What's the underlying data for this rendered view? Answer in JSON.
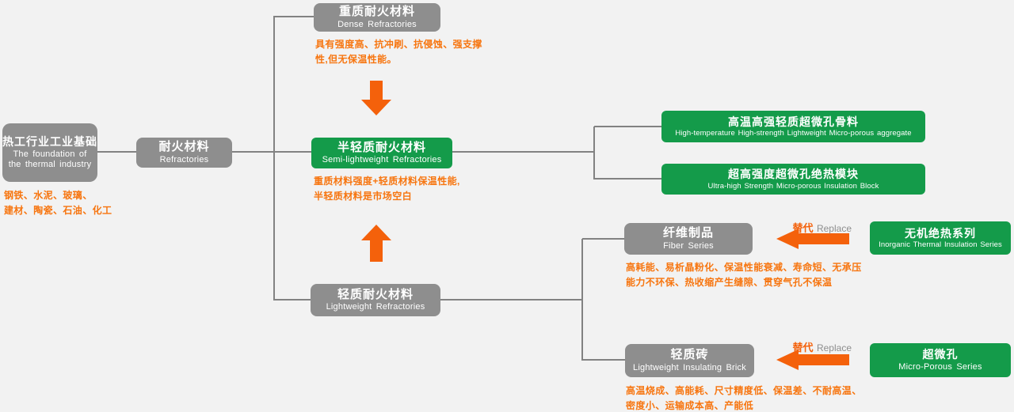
{
  "colors": {
    "background": "#f2f2f2",
    "gray_box": "#8e8e8e",
    "green_box": "#149b4a",
    "orange_arrow": "#f4610b",
    "orange_note": "#f7750f",
    "connector_line": "#828282"
  },
  "nodes": {
    "foundation": {
      "zh": "热工行业工业基础",
      "en_line1": "The foundation of",
      "en_line2": "the thermal industry",
      "note_line1": "钢铁、水泥、玻璃、",
      "note_line2": "建材、陶瓷、石油、化工"
    },
    "refractories": {
      "zh": "耐火材料",
      "en": "Refractories"
    },
    "dense": {
      "zh": "重质耐火材料",
      "en": "Dense Refractories",
      "note_line1": "具有强度高、抗冲刷、抗侵蚀、强支撑",
      "note_line2": "性,但无保温性能。"
    },
    "semi": {
      "zh": "半轻质耐火材料",
      "en": "Semi-lightweight Refractories",
      "note_line1": "重质材料强度+轻质材料保温性能,",
      "note_line2": "半轻质材料是市场空白"
    },
    "lightweight": {
      "zh": "轻质耐火材料",
      "en": "Lightweight Refractories"
    },
    "aggregate": {
      "zh": "高温高强轻质超微孔骨料",
      "en": "High-temperature High-strength Lightweight Micro-porous aggregate"
    },
    "insulation_block": {
      "zh": "超高强度超微孔绝热模块",
      "en": "Ultra-high Strength Micro-porous Insulation Block"
    },
    "fiber": {
      "zh": "纤维制品",
      "en": "Fiber Series",
      "note_line1": "高耗能、易析晶粉化、保温性能衰减、寿命短、无承压",
      "note_line2": "能力不环保、热收缩产生缝隙、贯穿气孔不保温"
    },
    "inorganic": {
      "zh": "无机绝热系列",
      "en": "Inorganic Thermal Insulation Series"
    },
    "brick": {
      "zh": "轻质砖",
      "en": "Lightweight Insulating Brick",
      "note_line1": "高温烧成、高能耗、尺寸精度低、保温差、不耐高温、",
      "note_line2": "密度小、运输成本高、产能低"
    },
    "microporous": {
      "zh": "超微孔",
      "en": "Micro-Porous Series"
    }
  },
  "replace_label": {
    "zh": "替代",
    "en": "Replace"
  }
}
